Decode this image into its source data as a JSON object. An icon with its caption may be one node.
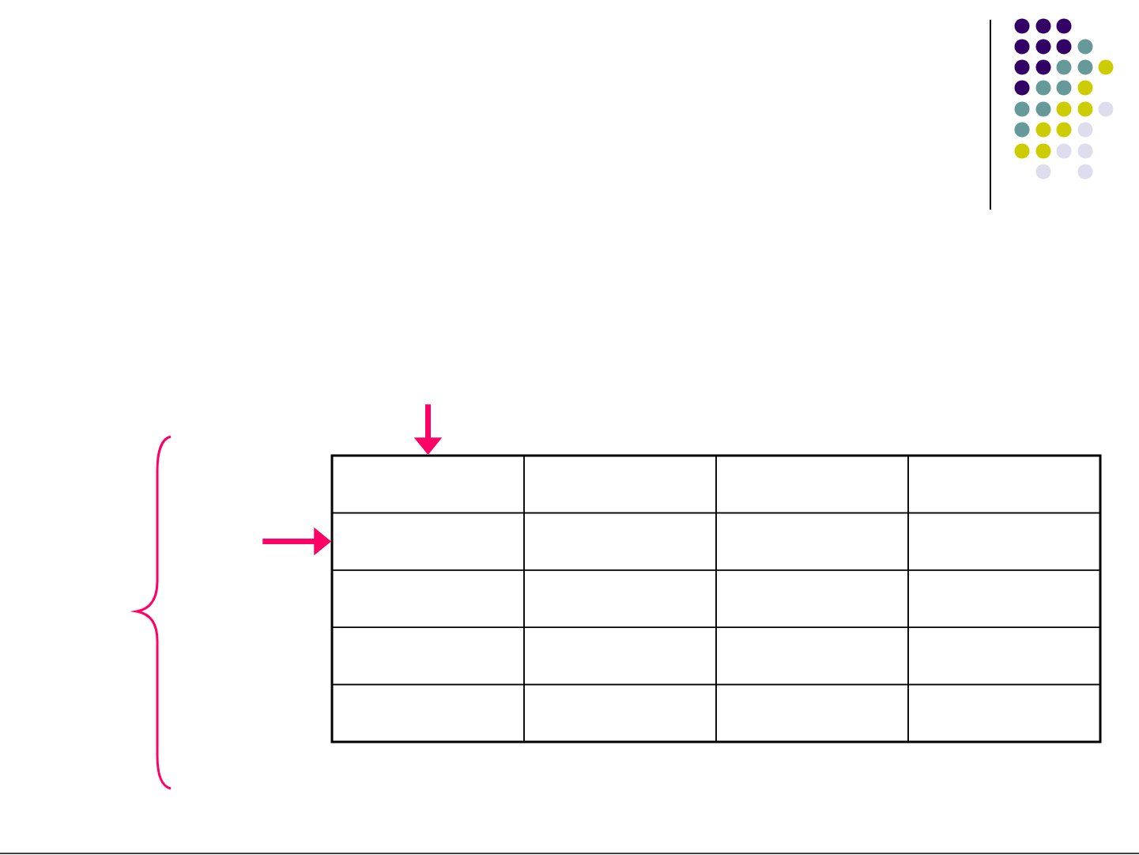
{
  "diagram": {
    "nodes": [
      {
        "text": [],
        "shape": "box"
      },
      {
        "text": [],
        "shape": "box",
        "in": 0
      },
      {
        "text": [],
        "shape": "box",
        "in": 0
      },
      {
        "text": [],
        "shape": "box",
        "in": 0
      },
      {
        "text": [],
        "shape": "box",
        "in": 0
      },
      {
        "text": [],
        "shape": "box",
        "in": 0
      },
      {
        "text": [],
        "shape": "box",
        "in": 0
      },
      {
        "text": [],
        "shape": "box",
        "in": 0
      },
      {
        "text": [],
        "shape": "box",
        "in": 0
      },
      {
        "text": [],
        "shape": "box",
        "in": 0
      },
      {
        "text": [],
        "shape": "box",
        "in": 0
      },
      {
        "text": [],
        "shape": "box",
        "in": 0
      },
      {
        "text": [],
        "shape": "box",
        "in": 0
      },
      {
        "text": [],
        "shape": "box",
        "in": 0
      },
      {
        "text": [],
        "shape": "box",
        "in": 0
      },
      {
        "text": [],
        "shape": "box",
        "in": 0
      },
      {
        "text": [],
        "shape": "box",
        "in": 0
      },
      {
        "text": [],
        "shape": "box",
        "in": 0
      },
      {
        "text": [],
        "shape": "box",
        "in": 0
      },
      {
        "text": [],
        "shape": "box",
        "in": 0
      },
      {
        "text": [],
        "shape": "box",
        "in": 0
      }
    ],
    "edges": [
      {
        "from": null,
        "to": 1,
        "arrow": "to"
      },
      {
        "from": null,
        "to": 5,
        "arrow": "to"
      }
    ]
  }
}
